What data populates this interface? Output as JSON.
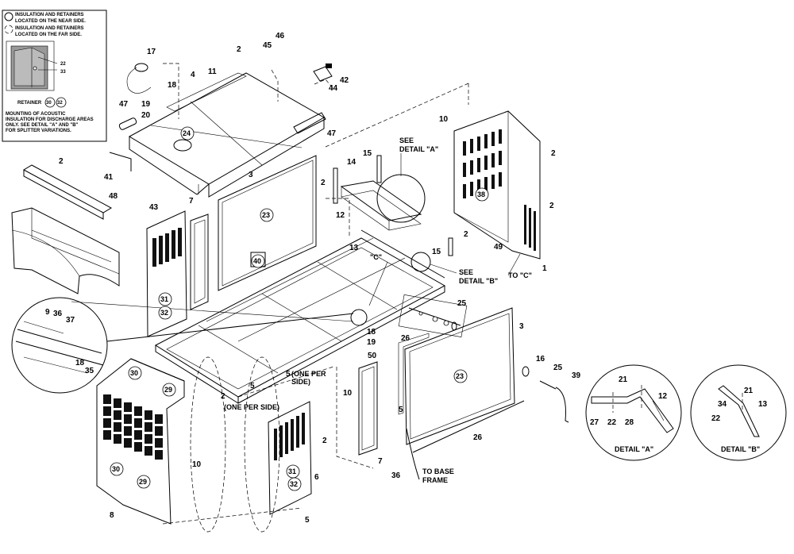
{
  "legend": {
    "line1": "INSULATION AND RETAINERS",
    "line2": "LOCATED ON THE NEAR SIDE.",
    "line3": "INSULATION AND RETAINERS",
    "line4": "LOCATED ON THE FAR SIDE.",
    "inset_num_a": "22",
    "inset_num_b": "33",
    "retainer_label": "RETAINER",
    "retainer_a": "30",
    "retainer_b": "32",
    "note1": "MOUNTING OF ACOUSTIC",
    "note2": "INSULATION FOR DISCHARGE AREAS",
    "note3": "ONLY. SEE DETAIL \"A\" AND \"B\"",
    "note4": "FOR SPLITTER VARIATIONS."
  },
  "captions": {
    "see_detail_a_1": "SEE",
    "see_detail_a_2": "DETAIL \"A\"",
    "see_detail_b_1": "SEE",
    "see_detail_b_2": "DETAIL \"B\"",
    "to_c": "TO \"C\"",
    "c_mark": "\"C\"",
    "one_per_side_a_1": "(ONE PER SIDE)",
    "one_per_side_b_1": "(ONE PER",
    "one_per_side_b_2": "SIDE)",
    "to_base_1": "TO BASE",
    "to_base_2": "FRAME",
    "detail_a_title": "DETAIL \"A\"",
    "detail_b_title": "DETAIL \"B\""
  },
  "callouts": [
    {
      "id": "c-17",
      "text": "17"
    },
    {
      "id": "c-2-top",
      "text": "2"
    },
    {
      "id": "c-45",
      "text": "45"
    },
    {
      "id": "c-46",
      "text": "46"
    },
    {
      "id": "c-4",
      "text": "4"
    },
    {
      "id": "c-11",
      "text": "11"
    },
    {
      "id": "c-42",
      "text": "42"
    },
    {
      "id": "c-44",
      "text": "44"
    },
    {
      "id": "c-18-top",
      "text": "18"
    },
    {
      "id": "c-19-top",
      "text": "19"
    },
    {
      "id": "c-47-a",
      "text": "47"
    },
    {
      "id": "c-20",
      "text": "20"
    },
    {
      "id": "c-24",
      "text": "24"
    },
    {
      "id": "c-47-b",
      "text": "47"
    },
    {
      "id": "c-10-top",
      "text": "10"
    },
    {
      "id": "c-2-right",
      "text": "2"
    },
    {
      "id": "c-38",
      "text": "38"
    },
    {
      "id": "c-2-right2",
      "text": "2"
    },
    {
      "id": "c-49",
      "text": "49"
    },
    {
      "id": "c-1",
      "text": "1"
    },
    {
      "id": "c-2-left",
      "text": "2"
    },
    {
      "id": "c-41",
      "text": "41"
    },
    {
      "id": "c-48",
      "text": "48"
    },
    {
      "id": "c-43",
      "text": "43"
    },
    {
      "id": "c-7-left",
      "text": "7"
    },
    {
      "id": "c-3-top",
      "text": "3"
    },
    {
      "id": "c-23-top",
      "text": "23"
    },
    {
      "id": "c-40",
      "text": "40"
    },
    {
      "id": "c-2-mid",
      "text": "2"
    },
    {
      "id": "c-14",
      "text": "14"
    },
    {
      "id": "c-15-top",
      "text": "15"
    },
    {
      "id": "c-12",
      "text": "12"
    },
    {
      "id": "c-13",
      "text": "13"
    },
    {
      "id": "c-15-mid",
      "text": "15"
    },
    {
      "id": "c-2-mid2",
      "text": "2"
    },
    {
      "id": "c-31-left",
      "text": "31"
    },
    {
      "id": "c-32-left",
      "text": "32"
    },
    {
      "id": "c-9",
      "text": "9"
    },
    {
      "id": "c-36-circ",
      "text": "36"
    },
    {
      "id": "c-37",
      "text": "37"
    },
    {
      "id": "c-18-circ",
      "text": "18"
    },
    {
      "id": "c-35",
      "text": "35"
    },
    {
      "id": "c-25-top",
      "text": "25"
    },
    {
      "id": "c-18-mid",
      "text": "18"
    },
    {
      "id": "c-19-mid",
      "text": "19"
    },
    {
      "id": "c-26-a",
      "text": "26"
    },
    {
      "id": "c-3-right",
      "text": "3"
    },
    {
      "id": "c-50",
      "text": "50"
    },
    {
      "id": "c-16",
      "text": "16"
    },
    {
      "id": "c-25-right",
      "text": "25"
    },
    {
      "id": "c-39",
      "text": "39"
    },
    {
      "id": "c-23-mid",
      "text": "23"
    },
    {
      "id": "c-30-top",
      "text": "30"
    },
    {
      "id": "c-29-top",
      "text": "29"
    },
    {
      "id": "c-5-a",
      "text": "5"
    },
    {
      "id": "c-5-b",
      "text": "5"
    },
    {
      "id": "c-2-low",
      "text": "2"
    },
    {
      "id": "c-10-low",
      "text": "10"
    },
    {
      "id": "c-5-c",
      "text": "5"
    },
    {
      "id": "c-26-b",
      "text": "26"
    },
    {
      "id": "c-2-panel6",
      "text": "2"
    },
    {
      "id": "c-7-low",
      "text": "7"
    },
    {
      "id": "c-10-left",
      "text": "10"
    },
    {
      "id": "c-30-low",
      "text": "30"
    },
    {
      "id": "c-29-low",
      "text": "29"
    },
    {
      "id": "c-31-low",
      "text": "31"
    },
    {
      "id": "c-32-low",
      "text": "32"
    },
    {
      "id": "c-6",
      "text": "6"
    },
    {
      "id": "c-8",
      "text": "8"
    },
    {
      "id": "c-5-bottom",
      "text": "5"
    },
    {
      "id": "c-36-bottom",
      "text": "36"
    },
    {
      "id": "c-21-a",
      "text": "21"
    },
    {
      "id": "c-12-a",
      "text": "12"
    },
    {
      "id": "c-27",
      "text": "27"
    },
    {
      "id": "c-22-a",
      "text": "22"
    },
    {
      "id": "c-28",
      "text": "28"
    },
    {
      "id": "c-21-b",
      "text": "21"
    },
    {
      "id": "c-34",
      "text": "34"
    },
    {
      "id": "c-22-b",
      "text": "22"
    },
    {
      "id": "c-13-b",
      "text": "13"
    }
  ]
}
